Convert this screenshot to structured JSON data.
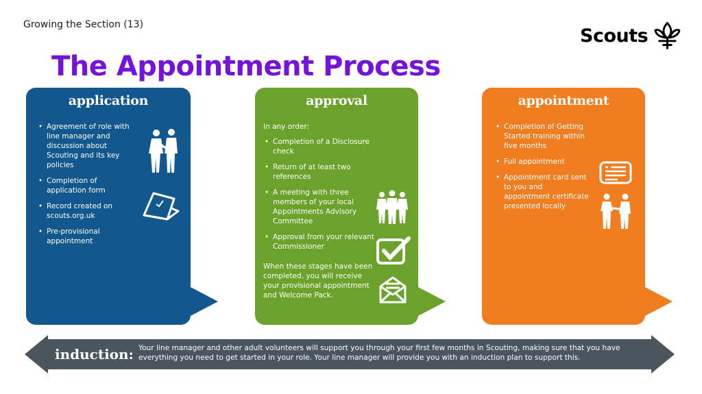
{
  "header": {
    "section_label": "Growing the Section (13)",
    "title": "The Appointment Process",
    "logo_text": "Scouts"
  },
  "colors": {
    "title": "#7413dc",
    "application": "#12588f",
    "approval": "#6ba22c",
    "appointment": "#f07d1f",
    "induction": "#4a555e"
  },
  "application": {
    "title": "application",
    "items": [
      "Agreement of role with line manager and discussion about Scouting and its key policies",
      "Completion of application form",
      "Record created on scouts.org.uk",
      "Pre-provisional appointment"
    ],
    "icons": [
      "people-meeting-icon",
      "laptop-icon"
    ]
  },
  "approval": {
    "title": "approval",
    "intro": "In any order:",
    "items": [
      "Completion of a Disclosure check",
      "Return of at least two references",
      "A meeting with three members of your local Appointments Advisory Committee",
      "Approval from your relevant Commissioner"
    ],
    "footer": "When these stages have been completed, you will receive your provisional appointment and Welcome Pack.",
    "icons": [
      "group-icon",
      "checkbox-icon",
      "envelope-icon"
    ]
  },
  "appointment": {
    "title": "appointment",
    "items": [
      "Completion of Getting Started training within five months",
      "Full appointment",
      "Appointment card sent to you and appointment certificate presented locally"
    ],
    "icons": [
      "id-card-icon",
      "handshake-icon"
    ]
  },
  "induction": {
    "label": "induction:",
    "text": "Your line manager and other adult volunteers will support you through your first few months in Scouting, making sure that you have everything you need to get started in your role. Your line manager will provide you with an induction plan to support this."
  }
}
